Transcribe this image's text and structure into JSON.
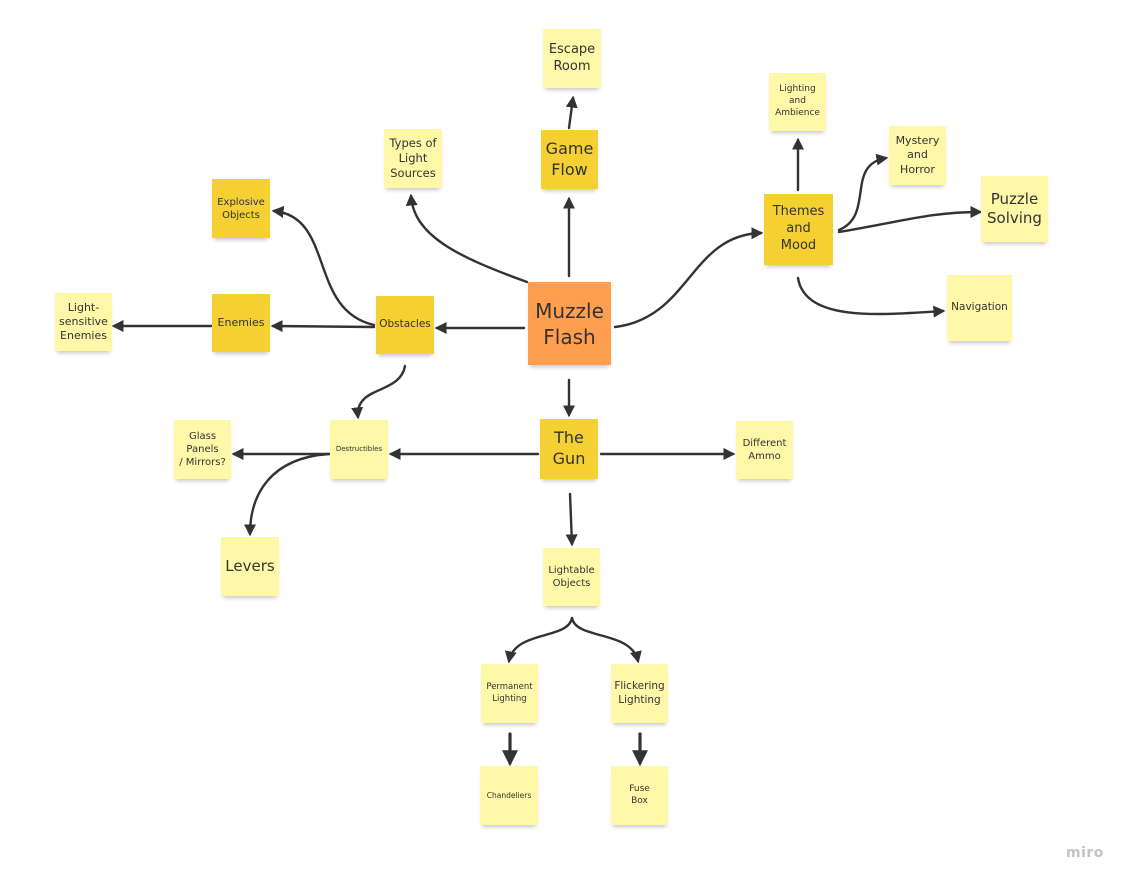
{
  "nodes": {
    "muzzle_flash": "Muzzle\nFlash",
    "game_flow": "Game\nFlow",
    "escape_room": "Escape\nRoom",
    "types_of_light": "Types of\nLight\nSources",
    "themes_and_mood": "Themes\nand\nMood",
    "lighting_and_ambience": "Lighting\nand\nAmbience",
    "mystery_and_horror": "Mystery\nand\nHorror",
    "puzzle_solving": "Puzzle\nSolving",
    "navigation": "Navigation",
    "explosive_objects": "Explosive\nObjects",
    "enemies": "Enemies",
    "light_sensitive_enemies": "Light-\nsensitive\nEnemies",
    "obstacles": "Obstacles",
    "destructibles": "Destructibles",
    "glass_panels": "Glass\nPanels\n/ Mirrors?",
    "levers": "Levers",
    "the_gun": "The\nGun",
    "different_ammo": "Different\nAmmo",
    "lightable_objects": "Lightable\nObjects",
    "permanent_lighting": "Permanent\nLighting",
    "flickering_lighting": "Flickering\nLighting",
    "chandeliers": "Chandeliers",
    "fuse_box": "Fuse\nBox"
  },
  "colors": {
    "light_note": "#fef8a8",
    "dark_note": "#f5d032",
    "central_note": "#ff9e4f",
    "connector": "#333333"
  },
  "watermark": "miro"
}
